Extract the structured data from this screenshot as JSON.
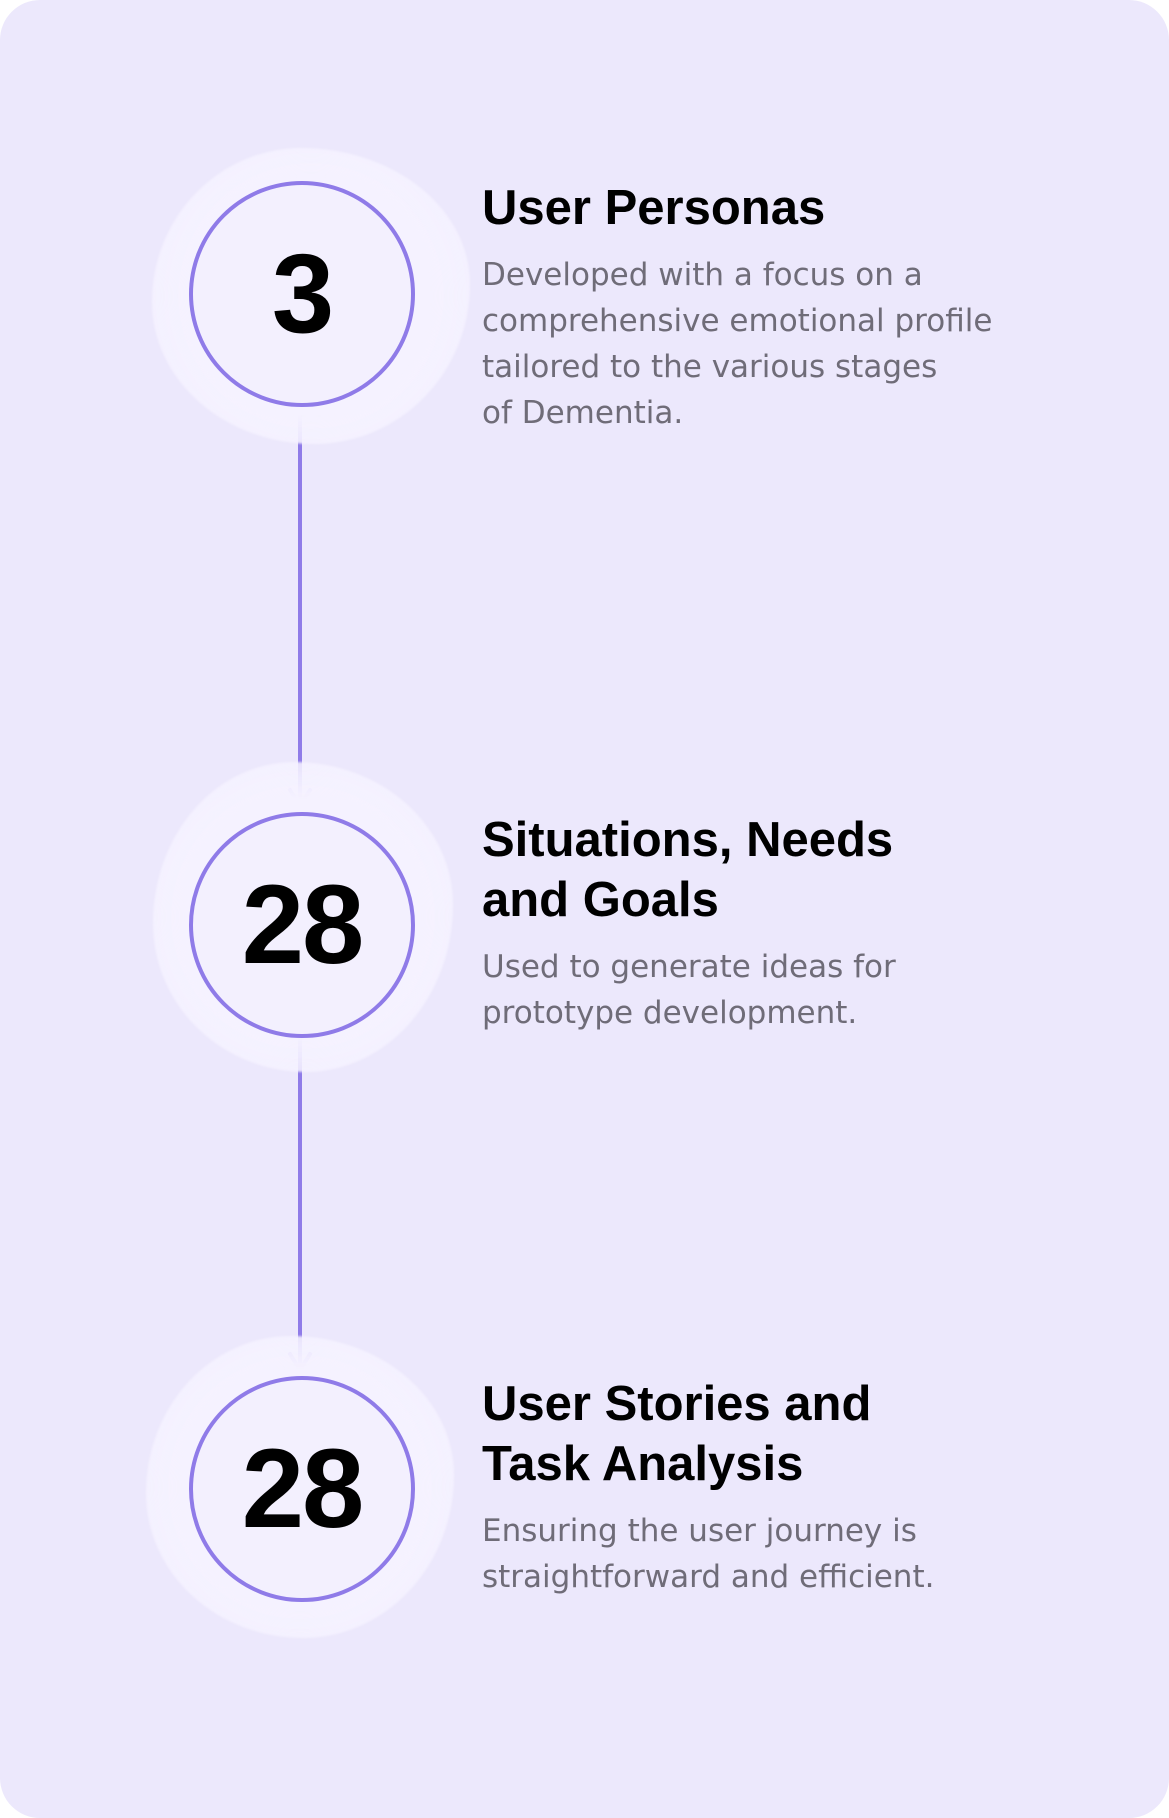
{
  "colors": {
    "background": "#ece8fc",
    "accent": "#8f7be8",
    "title": "#000000",
    "description": "#6f6c78"
  },
  "steps": [
    {
      "number": "3",
      "title_lines": [
        "User Personas"
      ],
      "description_lines": [
        "Developed with a focus on a",
        "comprehensive emotional profile",
        "tailored to the various stages",
        "of Dementia."
      ]
    },
    {
      "number": "28",
      "title_lines": [
        "Situations, Needs",
        "and Goals"
      ],
      "description_lines": [
        "Used to generate ideas for",
        "prototype development."
      ]
    },
    {
      "number": "28",
      "title_lines": [
        "User Stories and",
        "Task Analysis"
      ],
      "description_lines": [
        "Ensuring the user journey is",
        "straightforward and efficient."
      ]
    }
  ]
}
